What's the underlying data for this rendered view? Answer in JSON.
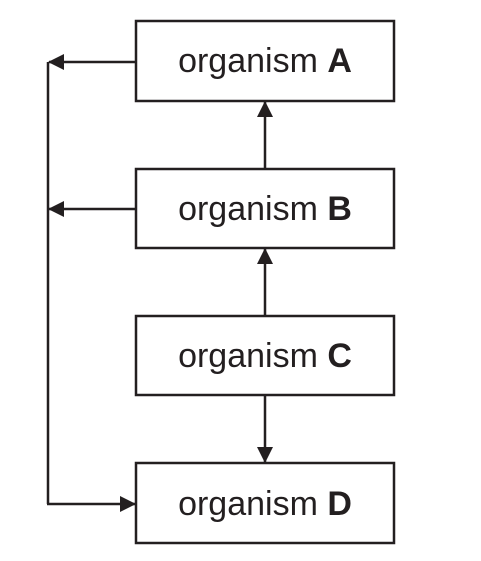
{
  "organisms": [
    {
      "word": "organism",
      "letter": "A"
    },
    {
      "word": "organism",
      "letter": "B"
    },
    {
      "word": "organism",
      "letter": "C"
    },
    {
      "word": "organism",
      "letter": "D"
    }
  ],
  "colors": {
    "stroke": "#231f20",
    "background": "#ffffff"
  }
}
